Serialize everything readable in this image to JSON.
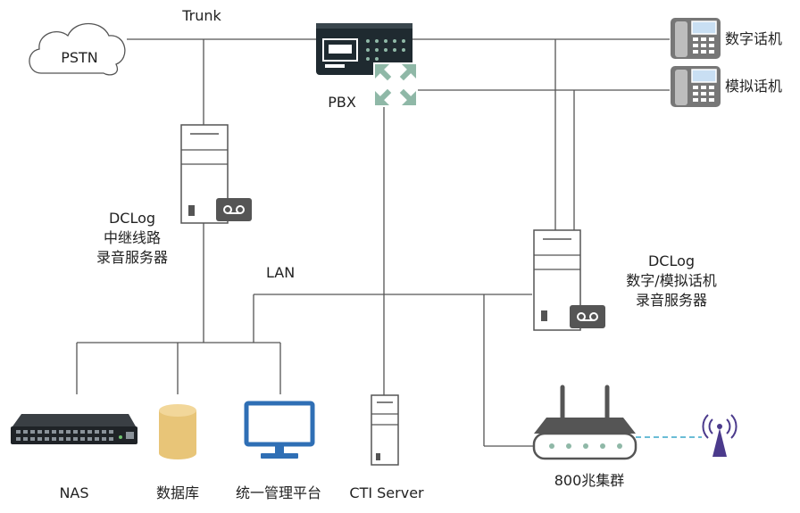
{
  "labels": {
    "trunk": "Trunk",
    "pstn": "PSTN",
    "pbx": "PBX",
    "digital_phone": "数字话机",
    "analog_phone": "模拟话机",
    "trunk_recorder": [
      "DCLog",
      "中继线路",
      "录音服务器"
    ],
    "lan": "LAN",
    "phone_recorder": [
      "DCLog",
      "数字/模拟话机",
      "录音服务器"
    ],
    "nas": "NAS",
    "database": "数据库",
    "management": "统一管理平台",
    "cti_server": "CTI Server",
    "cluster": "800兆集群"
  },
  "colors": {
    "line": "#555555",
    "device_stroke": "#555555",
    "pbx_body": "#1f2a30",
    "pbx_arrows": "#8fb8a7",
    "database": "#e8c578",
    "monitor": "#2f6fb5",
    "antenna": "#4b3a8c",
    "wireless_link": "#3aa7c9"
  },
  "icons": [
    "cloud-icon",
    "pbx-icon",
    "desk-phone-icon",
    "server-icon",
    "cassette-icon",
    "nas-rack-icon",
    "database-icon",
    "monitor-icon",
    "router-icon",
    "antenna-icon"
  ]
}
